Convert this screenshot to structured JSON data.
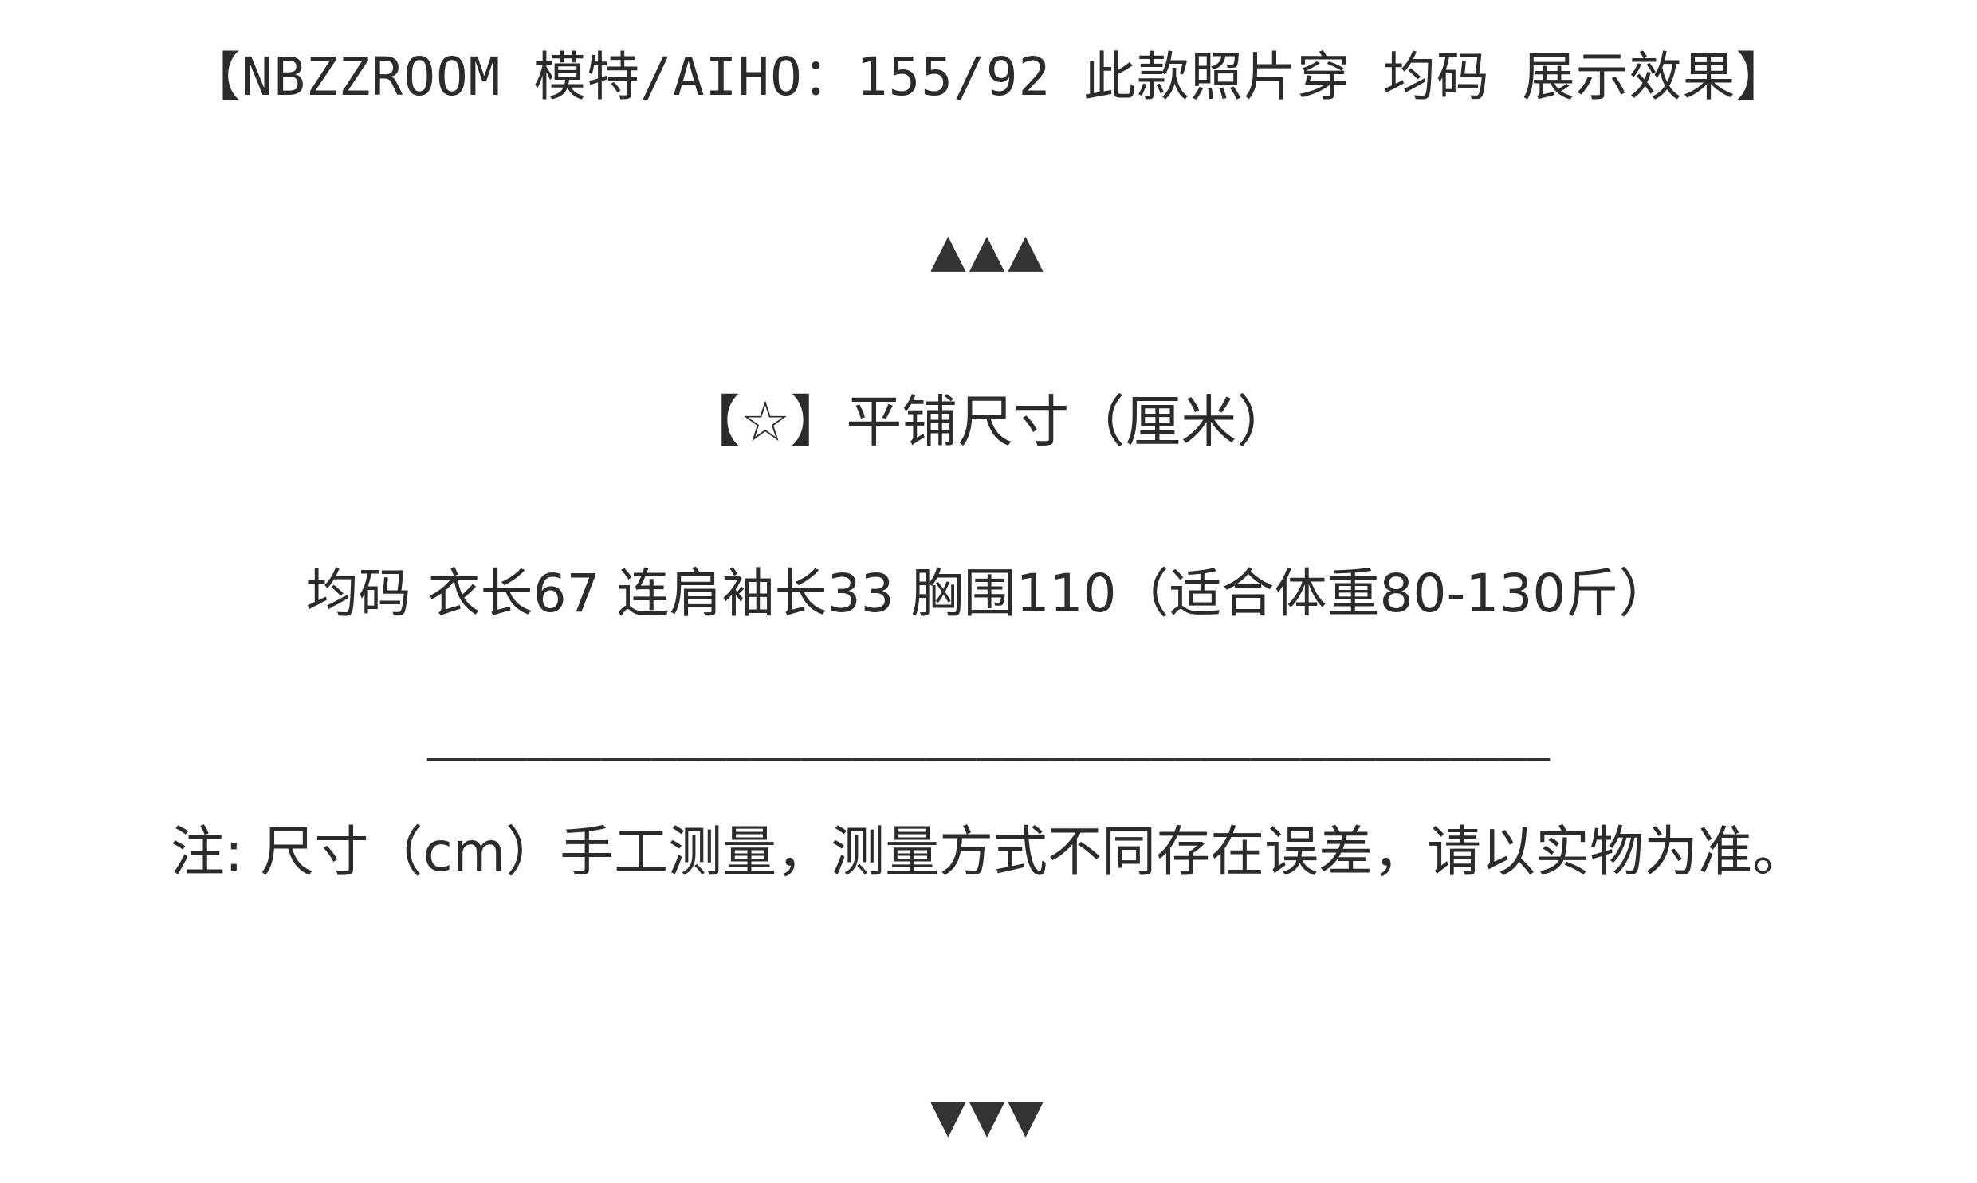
{
  "model_line": "【NBZZROOM 模特/AIHO：155/92 此款照片穿 均码 展示效果】",
  "up_marker": "▲▲▲",
  "size_heading": "【☆】平铺尺寸（厘米）",
  "size_detail": "均码 衣长67 连肩袖长33 胸围110（适合体重80-130斤）",
  "divider": "—————————————————————————————————————————————",
  "note": "注: 尺寸（cm）手工测量，测量方式不同存在误差，请以实物为准。",
  "down_marker": "▼▼▼"
}
